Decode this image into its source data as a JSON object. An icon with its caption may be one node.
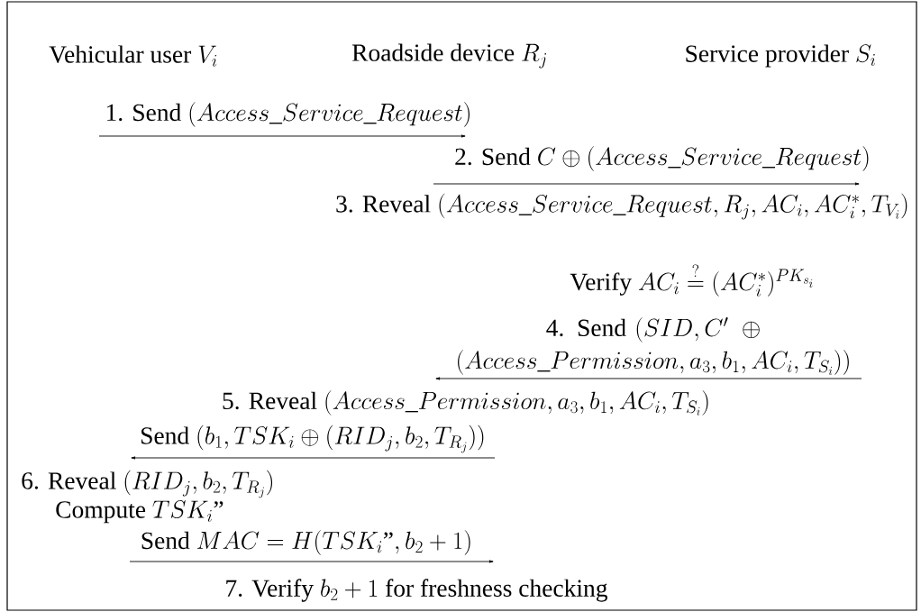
{
  "diagram": {
    "nodes": [
      {
        "text": [
          "\\text{Vehicular user }V_i"
        ]
      },
      {
        "text": [
          "\\text{Roadside device }R_j"
        ]
      },
      {
        "text": [
          "\\text{Service provider }S_i"
        ]
      }
    ],
    "labels": [
      "\\text{1. Send }(Access\\_Service\\_Request)",
      "\\text{2. Send }C\\oplus(Access\\_Service\\_Request)",
      "\\text{3. Reveal }(Access\\_Service\\_Request, R_j, AC_i, AC_i^*, T_{V_i})",
      "\\text{Verify }AC_i \\stackrel{?}{=} (AC_i^*)^{PK_{s_i}}",
      "\\text{4. Send }(SID, C'\\oplus(Access\\_Permission, a_3, b_1, AC_i, T_{S_i}))",
      "\\text{5. Reveal }(Access\\_Permission, a_3, b_1, AC_i, T_{S_i})",
      "\\text{Send }(b_1, TSK_i\\oplus(RID_j, b_2, T_{R_j}))",
      "\\text{6. Reveal }(RID_j, b_2, T_{R_j})",
      "\\text{Compute }TSK_i\\text{”}",
      "\\text{Send }MAC=H(TSK_i\\text{”}, b_2+1)",
      "\\text{7. Verify }b_2+1\\text{ for freshness checking}"
    ]
  }
}
